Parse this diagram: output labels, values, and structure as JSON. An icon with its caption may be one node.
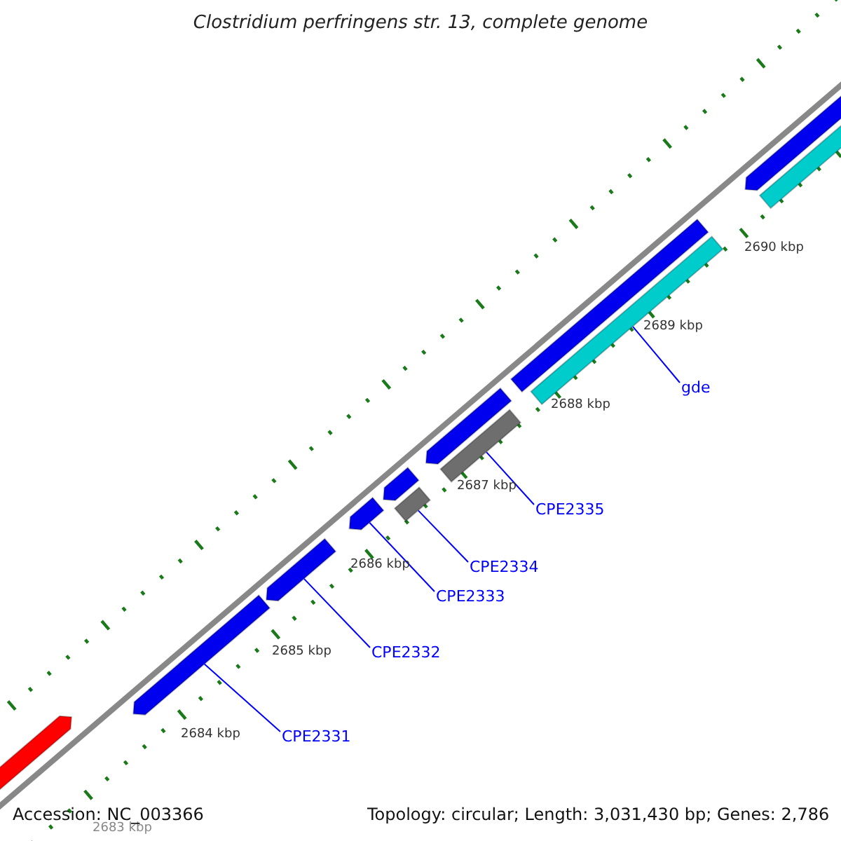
{
  "diagram": {
    "title": "Clostridium perfringens str. 13, complete genome",
    "nodes": [
      {
        "text": [],
        "shape": "bar"
      },
      {
        "text": [],
        "shape": "bar"
      },
      {
        "text": [],
        "shape": "bar"
      },
      {
        "text": [],
        "shape": "bar"
      },
      {
        "text": [],
        "shape": "bar"
      },
      {
        "text": [],
        "shape": "bar"
      },
      {
        "text": [],
        "shape": "bar"
      },
      {
        "text": [],
        "shape": "bar"
      },
      {
        "text": [],
        "shape": "bar"
      },
      {
        "text": [],
        "shape": "bar"
      },
      {
        "text": [],
        "shape": "bar"
      },
      {
        "text": [],
        "shape": "bar"
      },
      {
        "text": [
          "CPE2331"
        ]
      },
      {
        "text": [
          "CPE2332"
        ]
      },
      {
        "text": [
          "CPE2333"
        ]
      },
      {
        "text": [
          "CPE2334"
        ]
      },
      {
        "text": [
          "CPE2335"
        ]
      },
      {
        "text": [
          "gde"
        ]
      }
    ],
    "edges": [
      {
        "from": 12,
        "to": 1,
        "arrow": "none"
      },
      {
        "from": 13,
        "to": 2,
        "arrow": "none"
      },
      {
        "from": 14,
        "to": 3,
        "arrow": "none"
      },
      {
        "from": 15,
        "to": 5,
        "arrow": "none"
      },
      {
        "from": 16,
        "to": 7,
        "arrow": "none"
      },
      {
        "from": 17,
        "to": 9,
        "arrow": "none"
      }
    ],
    "labels": [
      "2690 kbp",
      "2689 kbp",
      "2688 kbp",
      "2687 kbp",
      "2686 kbp",
      "2685 kbp",
      "2684 kbp",
      "2683 kbp",
      "Accession: NC_003366",
      "Topology: circular; Length: 3,031,430 bp; Genes: 2,786"
    ]
  }
}
